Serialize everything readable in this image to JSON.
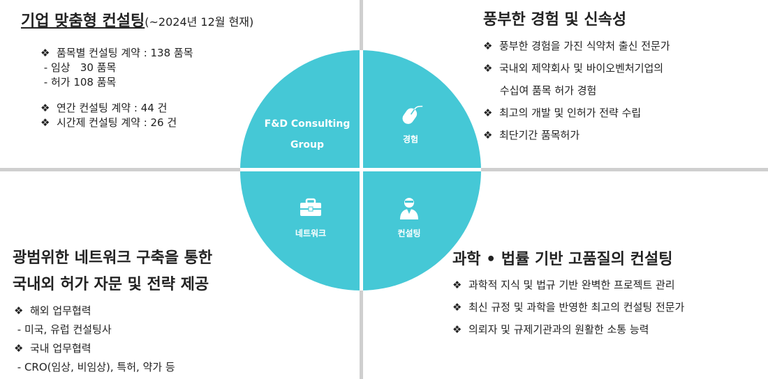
{
  "top_left": {
    "title_main": "기업 맞춤형 컨설팅",
    "title_sub": "(~2024년 12월 현재)",
    "lines": [
      "❖  품목별 컨설팅 계약 : 138 품목",
      " - 임상   30 품목",
      " - 허가 108 품목",
      "",
      "❖  연간 컨설팅 계약 : 44 건",
      "❖  시간제 컨설팅 계약 : 26 건"
    ]
  },
  "top_right": {
    "heading": "풍부한 경험 및 신속성",
    "lines": [
      "❖  풍부한 경험을 가진 식약처 출신 전문가",
      "❖  국내외 제약회사 및 바이오벤처기업의",
      "     수십여 품목 허가 경험",
      "❖  최고의 개발 및 인허가 전략 수립",
      "❖  최단기간 품목허가"
    ]
  },
  "bottom_left": {
    "heading_line1": "광범위한 네트워크 구축을 통한",
    "heading_line2": "국내외 허가 자문 및 전략 제공",
    "lines": [
      "❖  해외 업무협력",
      " - 미국, 유럽 컨설팅사",
      "❖  국내 업무협력",
      " - CRO(임상, 비임상), 특허, 약가 등"
    ]
  },
  "bottom_right": {
    "heading": "과학 • 법률 기반 고품질의 컨설팅",
    "lines": [
      "❖  과학적 지식 및 법규 기반 완벽한 프로젝트 관리",
      "❖  최신 규정 및 과학을 반영한 최고의 컨설팅 전문가",
      "❖  의뢰자 및 규제기관과의 원활한 소통 능력"
    ]
  },
  "circle": {
    "center_line1": "F&D Consulting",
    "center_line2": "Group",
    "experience": "경험",
    "network": "네트워크",
    "consulting": "컨설팅",
    "icons": [
      "mouse-icon",
      "briefcase-icon",
      "consultant-icon"
    ],
    "color": "#45c8d6"
  }
}
